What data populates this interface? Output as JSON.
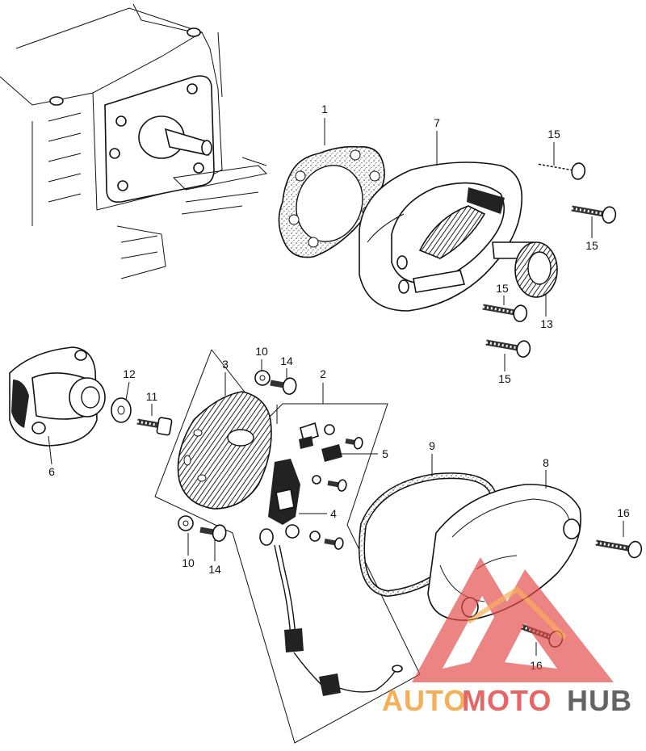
{
  "callouts": {
    "c1": "1",
    "c2": "2",
    "c3": "3",
    "c4": "4",
    "c5": "5",
    "c6": "6",
    "c7": "7",
    "c8": "8",
    "c9": "9",
    "c10a": "10",
    "c10b": "10",
    "c11": "11",
    "c12": "12",
    "c13": "13",
    "c14a": "14",
    "c14b": "14",
    "c15a": "15",
    "c15b": "15",
    "c15c": "15",
    "c15d": "15",
    "c16a": "16",
    "c16b": "16"
  },
  "watermark": {
    "part1": "AUTO",
    "part2": "MOTO",
    "part3": "HUB",
    "color_orange": "#f3a23a",
    "color_red": "#e54b4b",
    "color_gray": "#4a4a4a"
  }
}
